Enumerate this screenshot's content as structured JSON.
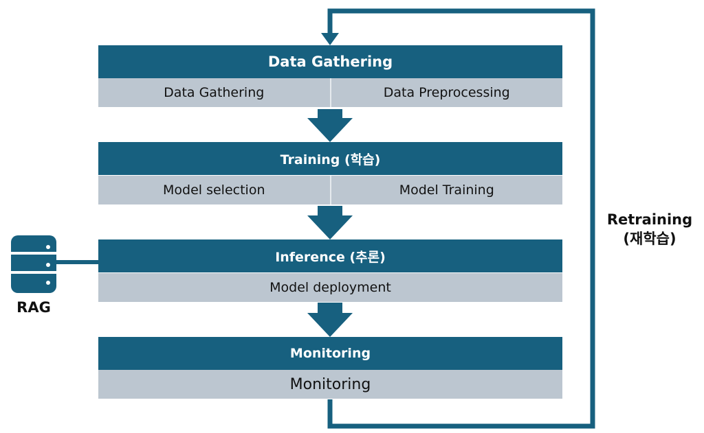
{
  "stages": [
    {
      "title": "Data Gathering",
      "items": [
        "Data Gathering",
        "Data Preprocessing"
      ]
    },
    {
      "title": "Training (학습)",
      "items": [
        "Model selection",
        "Model Training"
      ]
    },
    {
      "title": "Inference (추론)",
      "items": [
        "Model deployment"
      ]
    },
    {
      "title": "Monitoring",
      "items": [
        "Monitoring"
      ]
    }
  ],
  "retraining": {
    "line1": "Retraining",
    "line2": "(재학습)"
  },
  "rag": {
    "label": "RAG",
    "icon": "database-icon"
  },
  "colors": {
    "primary": "#17607f",
    "cell": "#bcc6d0"
  }
}
